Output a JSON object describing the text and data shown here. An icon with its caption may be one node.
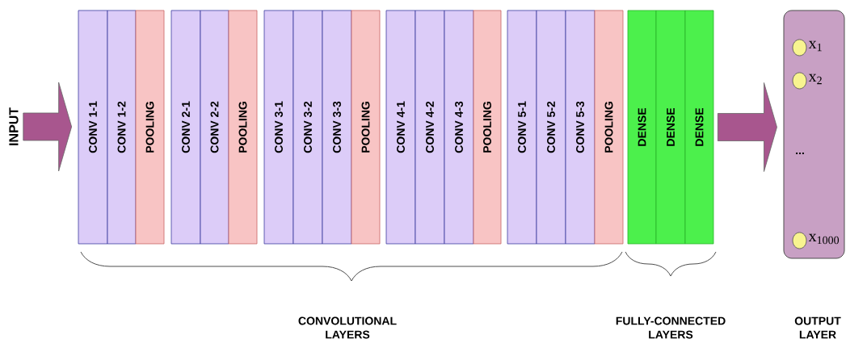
{
  "diagram": {
    "nodes": [
      {
        "text": [
          "INPUT"
        ]
      },
      {
        "text": [
          "CONV 1-1"
        ]
      },
      {
        "text": [
          "CONV 1-2"
        ]
      },
      {
        "text": [
          "POOLING"
        ]
      },
      {
        "text": [
          "CONV 2-1"
        ]
      },
      {
        "text": [
          "CONV 2-2"
        ]
      },
      {
        "text": [
          "POOLING"
        ]
      },
      {
        "text": [
          "CONV 3-1"
        ]
      },
      {
        "text": [
          "CONV 3-2"
        ]
      },
      {
        "text": [
          "CONV 3-3"
        ]
      },
      {
        "text": [
          "POOLING"
        ]
      },
      {
        "text": [
          "CONV 4-1"
        ]
      },
      {
        "text": [
          "CONV 4-2"
        ]
      },
      {
        "text": [
          "CONV 4-3"
        ]
      },
      {
        "text": [
          "POOLING"
        ]
      },
      {
        "text": [
          "CONV 5-1"
        ]
      },
      {
        "text": [
          "CONV 5-2"
        ]
      },
      {
        "text": [
          "CONV 5-3"
        ]
      },
      {
        "text": [
          "POOLING"
        ]
      },
      {
        "text": [
          "DENSE"
        ]
      },
      {
        "text": [
          "DENSE"
        ]
      },
      {
        "text": [
          "DENSE"
        ]
      },
      {
        "text": [],
        "shape": "box"
      },
      {
        "text": [],
        "shape": "circle",
        "in": 22,
        "beside": [
          "x$_{1}$"
        ]
      },
      {
        "text": [],
        "shape": "circle",
        "in": 22,
        "beside": [
          "x$_{2}$"
        ]
      },
      {
        "text": [],
        "shape": "circle",
        "in": 22,
        "beside": [
          "x$_{1000}$"
        ]
      }
    ],
    "edges": [
      {
        "from": 0,
        "to": 1,
        "arrow": "to"
      },
      {
        "from": 21,
        "to": 22,
        "arrow": "to"
      }
    ],
    "labels": [
      "...",
      "CONVOLUTIONAL LAYERS",
      "FULLY-CONNECTED LAYERS",
      "OUTPUT LAYER"
    ]
  }
}
